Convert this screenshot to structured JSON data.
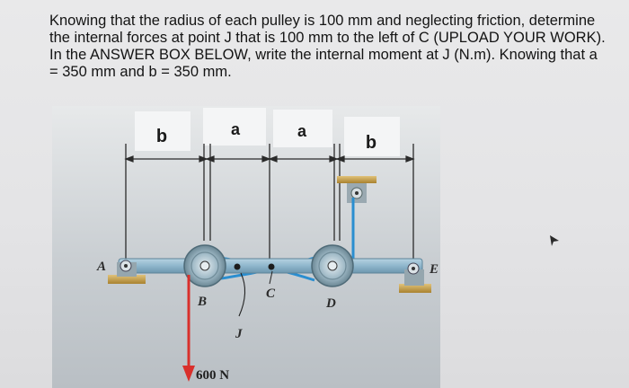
{
  "question": {
    "lines": [
      "Knowing that the radius of each pulley is 100 mm and neglecting friction, determine",
      "the internal forces at point J that is 100 mm to the left of C (UPLOAD YOUR WORK).",
      "In the ANSWER BOX BELOW, write the internal moment at J (N.m). Knowing that a",
      "= 350 mm and b = 350 mm."
    ]
  },
  "figure": {
    "dimensions": {
      "b_left": "b",
      "a_left": "a",
      "a_right": "a",
      "b_right": "b"
    },
    "points": {
      "A": "A",
      "B": "B",
      "C": "C",
      "D": "D",
      "E": "E",
      "J": "J"
    },
    "load": "600 N"
  },
  "colors": {
    "beam": "#8fb6cc",
    "cable": "#2a8ed0",
    "load_arrow": "#d9302c",
    "support": "#c9a24a",
    "figure_bg": "#c8cdd1"
  }
}
